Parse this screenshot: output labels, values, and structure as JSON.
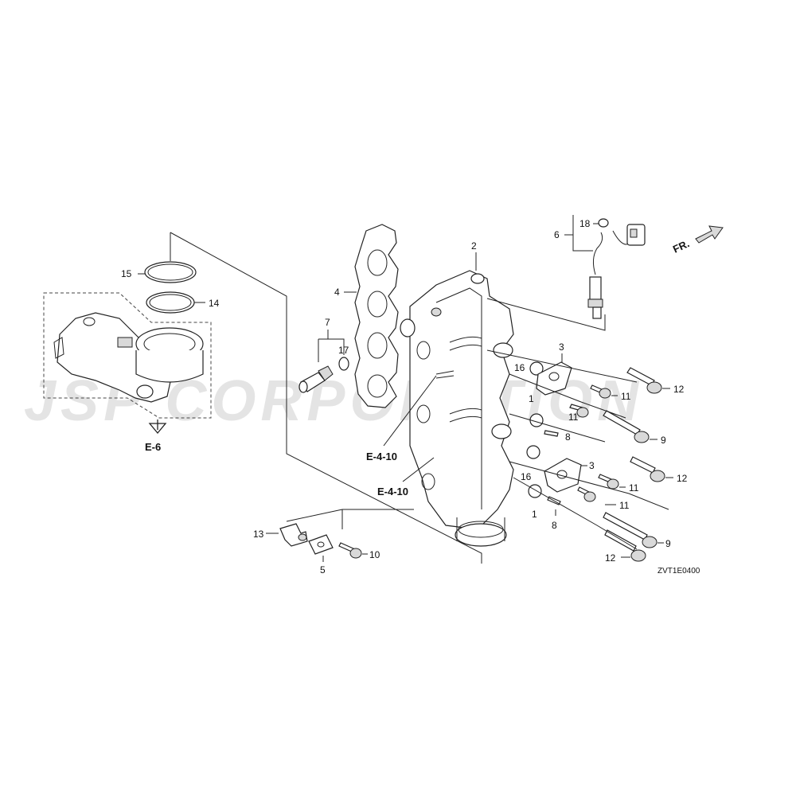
{
  "watermark": "JSP CORPORATION",
  "diagram_code": "ZVT1E0400",
  "direction_label": "FR.",
  "ref_labels": [
    "E-6",
    "E-4-10",
    "E-4-10"
  ],
  "callouts": [
    {
      "id": "c15",
      "label": "15"
    },
    {
      "id": "c14",
      "label": "14"
    },
    {
      "id": "c4",
      "label": "4"
    },
    {
      "id": "c7",
      "label": "7"
    },
    {
      "id": "c17",
      "label": "17"
    },
    {
      "id": "c2",
      "label": "2"
    },
    {
      "id": "c18",
      "label": "18"
    },
    {
      "id": "c6",
      "label": "6"
    },
    {
      "id": "c3a",
      "label": "3"
    },
    {
      "id": "c16a",
      "label": "16"
    },
    {
      "id": "c12a",
      "label": "12"
    },
    {
      "id": "c11a",
      "label": "11"
    },
    {
      "id": "c1a",
      "label": "1"
    },
    {
      "id": "c11b",
      "label": "11"
    },
    {
      "id": "c8a",
      "label": "8"
    },
    {
      "id": "c9a",
      "label": "9"
    },
    {
      "id": "c3b",
      "label": "3"
    },
    {
      "id": "c12b",
      "label": "12"
    },
    {
      "id": "c16b",
      "label": "16"
    },
    {
      "id": "c11c",
      "label": "11"
    },
    {
      "id": "c11d",
      "label": "11"
    },
    {
      "id": "c1b",
      "label": "1"
    },
    {
      "id": "c8b",
      "label": "8"
    },
    {
      "id": "c9b",
      "label": "9"
    },
    {
      "id": "c12c",
      "label": "12"
    },
    {
      "id": "c13",
      "label": "13"
    },
    {
      "id": "c5",
      "label": "5"
    },
    {
      "id": "c10",
      "label": "10"
    }
  ]
}
